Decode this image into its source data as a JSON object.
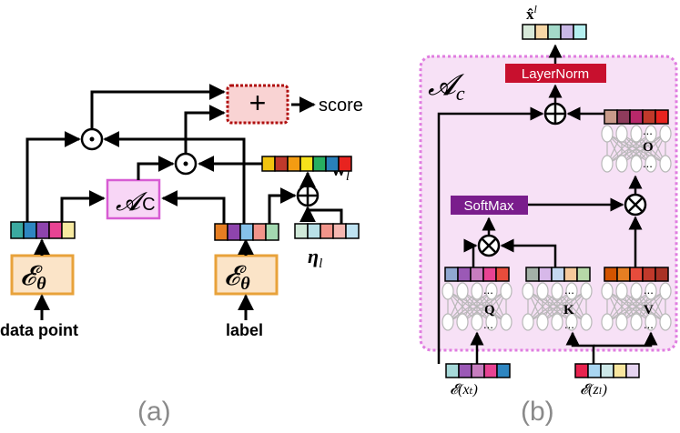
{
  "panel_a": {
    "caption": "(a)",
    "plus_symbol": "+",
    "score_label": "score",
    "data_point_label": "data point",
    "label_label": "label",
    "encoder_symbol": "𝓔",
    "encoder_sub": "θ",
    "attention_symbol": "𝓐",
    "attention_sub": "C",
    "weight_symbol": "w",
    "weight_sub": "l",
    "eta_symbol": "η",
    "eta_sub": "l",
    "odot_symbol": "⊙",
    "oplus_symbol": "⊕"
  },
  "panel_b": {
    "caption": "(b)",
    "block_symbol": "𝓐",
    "block_sub": "c",
    "layernorm_label": "LayerNorm",
    "softmax_label": "SoftMax",
    "q_label": "Q",
    "k_label": "K",
    "v_label": "V",
    "o_label": "O",
    "ellipsis": "...",
    "output_symbol": "x̂",
    "output_sup": "l",
    "input_x_label": "𝓔(xₜ)",
    "input_z_label": "𝓔(zₗ)",
    "otimes_symbol": "⊗",
    "oplus_symbol": "⊕"
  },
  "colors": {
    "encoder_fill": "#fbe4c8",
    "encoder_border": "#e8a23a",
    "attention_fill": "#f8d6f6",
    "attention_border": "#d75cd3",
    "plus_fill": "#f9d3d3",
    "plus_border": "#b01010",
    "panel_b_fill": "#f7e1f6",
    "panel_b_border": "#e07de0",
    "layernorm_fill": "#c8102e",
    "softmax_fill": "#7a1d8c",
    "caption_color": "#8a8a8a"
  }
}
